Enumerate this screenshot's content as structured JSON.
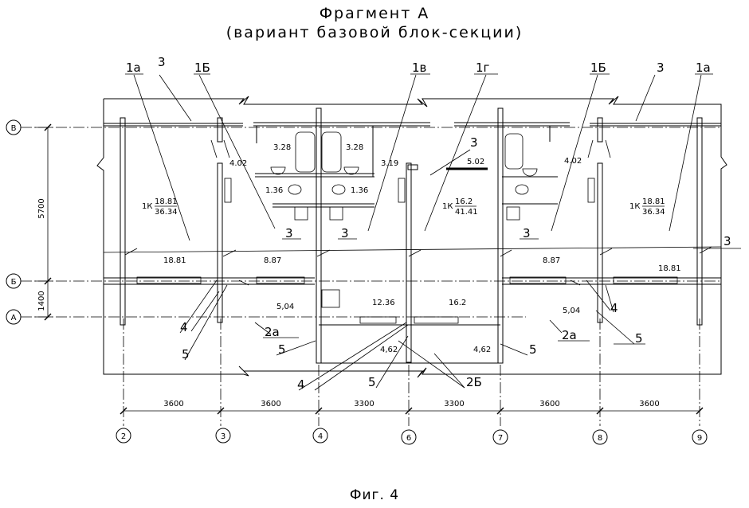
{
  "title": "Фрагмент А",
  "subtitle": "(вариант базовой блок-секции)",
  "caption": "Фиг. 4",
  "row_axes": [
    "В",
    "Б",
    "А"
  ],
  "column_axes": [
    "2",
    "3",
    "4",
    "6",
    "7",
    "8",
    "9"
  ],
  "span_dimensions": [
    "3600",
    "3600",
    "3300",
    "3300",
    "3600",
    "3600"
  ],
  "vertical_dimensions": [
    "5700",
    "1400"
  ],
  "callouts": {
    "c1a": "1а",
    "c1b": "1Б",
    "c1v": "1в",
    "c1g": "1г",
    "c2a": "2а",
    "c2b": "2Б",
    "c3": "3",
    "c4": "4",
    "c5": "5"
  },
  "apartments": {
    "left": {
      "prefix": "1К",
      "numerator": "18.81",
      "denominator": "36.34"
    },
    "middle": {
      "prefix": "1К",
      "numerator": "16.2",
      "denominator": "41.41"
    },
    "right": {
      "prefix": "1К",
      "numerator": "18.81",
      "denominator": "36.34"
    }
  },
  "areas": {
    "bath_left": "3.28",
    "bath_mid_left": "3.28",
    "hall_left": "4.02",
    "hall_mid": "3.19",
    "hall_right": "4.02",
    "wc_left": "1.36",
    "wc_mid": "1.36",
    "closet_middle": "5.02",
    "room_left": "18.81",
    "corr_left": "8.87",
    "corr_right": "8.87",
    "room_right": "18.81",
    "kitchen_left": "5,04",
    "kitchen_right": "5,04",
    "room_mid_left": "12.36",
    "room_mid_right": "16.2",
    "loggia_left": "4,62",
    "loggia_right": "4,62"
  }
}
